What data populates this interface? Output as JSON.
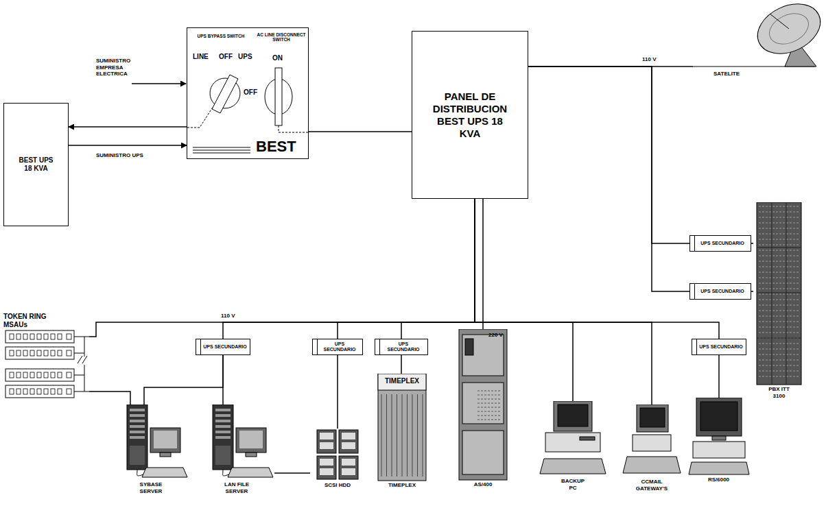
{
  "diagram": {
    "nodes": [
      {
        "text": [
          "BEST UPS 18 KVA"
        ]
      },
      {
        "text": [
          "UPS BYPASS SWITCH",
          "LINE",
          "OFF",
          "UPS",
          "AC LINE DISCONNECT SWITCH",
          "ON",
          "OFF",
          "BEST"
        ]
      },
      {
        "text": [
          "PANEL DE DISTRIBUCION BEST UPS 18 KVA"
        ]
      },
      {
        "text": [
          "SATELITE"
        ]
      },
      {
        "text": [
          "UPS SECUNDARIO"
        ]
      },
      {
        "text": [
          "UPS SECUNDARIO"
        ]
      },
      {
        "text": [
          "PBX ITT 3100"
        ]
      },
      {
        "text": [
          "TOKEN RING MSAUs"
        ]
      },
      {
        "text": [
          "UPS SECUNDARIO"
        ]
      },
      {
        "text": [
          "UPS SECUNDARIO"
        ]
      },
      {
        "text": [
          "UPS SECUNDARIO"
        ]
      },
      {
        "text": [
          "UPS SECUNDARIO"
        ]
      },
      {
        "text": [
          "SYBASE SERVER"
        ]
      },
      {
        "text": [
          "LAN FILE SERVER"
        ]
      },
      {
        "text": [
          "SCSI HDD"
        ]
      },
      {
        "text": [
          "TIMEPLEX",
          "TIMEPLEX"
        ]
      },
      {
        "text": [
          "AS/400"
        ]
      },
      {
        "text": [
          "BACKUP PC"
        ]
      },
      {
        "text": [
          "CCMAIL GATEWAY'S"
        ]
      },
      {
        "text": [
          "RS/6000"
        ]
      }
    ],
    "edges": [
      {
        "from": 1,
        "to": 0,
        "arrow": "to"
      },
      {
        "from": 0,
        "to": 1,
        "arrow": "to"
      },
      {
        "from": 1,
        "to": 2,
        "arrow": "none"
      },
      {
        "from": 2,
        "to": 3,
        "arrow": "none"
      },
      {
        "from": 2,
        "to": 4,
        "arrow": "none"
      },
      {
        "from": 2,
        "to": 5,
        "arrow": "none"
      },
      {
        "from": 4,
        "to": 6,
        "arrow": "none"
      },
      {
        "from": 5,
        "to": 6,
        "arrow": "none"
      },
      {
        "from": 2,
        "to": 7,
        "arrow": "none"
      },
      {
        "from": 2,
        "to": 8,
        "arrow": "none"
      },
      {
        "from": 2,
        "to": 9,
        "arrow": "none"
      },
      {
        "from": 2,
        "to": 10,
        "arrow": "none"
      },
      {
        "from": 2,
        "to": 16,
        "arrow": "none"
      },
      {
        "from": 2,
        "to": 17,
        "arrow": "none"
      },
      {
        "from": 2,
        "to": 18,
        "arrow": "none"
      },
      {
        "from": 2,
        "to": 11,
        "arrow": "none"
      },
      {
        "from": 8,
        "to": 12,
        "arrow": "none"
      },
      {
        "from": 8,
        "to": 13,
        "arrow": "none"
      },
      {
        "from": 9,
        "to": 14,
        "arrow": "none"
      },
      {
        "from": 10,
        "to": 15,
        "arrow": "none"
      },
      {
        "from": 11,
        "to": 19,
        "arrow": "none"
      },
      {
        "from": 7,
        "to": 12,
        "arrow": "none"
      },
      {
        "from": 13,
        "to": 14,
        "arrow": "none"
      }
    ],
    "labels": [
      "SUMINISTRO EMPRESA ELECTRICA",
      "SUMINISTRO UPS",
      "110 V",
      "110 V",
      "220 V"
    ]
  }
}
